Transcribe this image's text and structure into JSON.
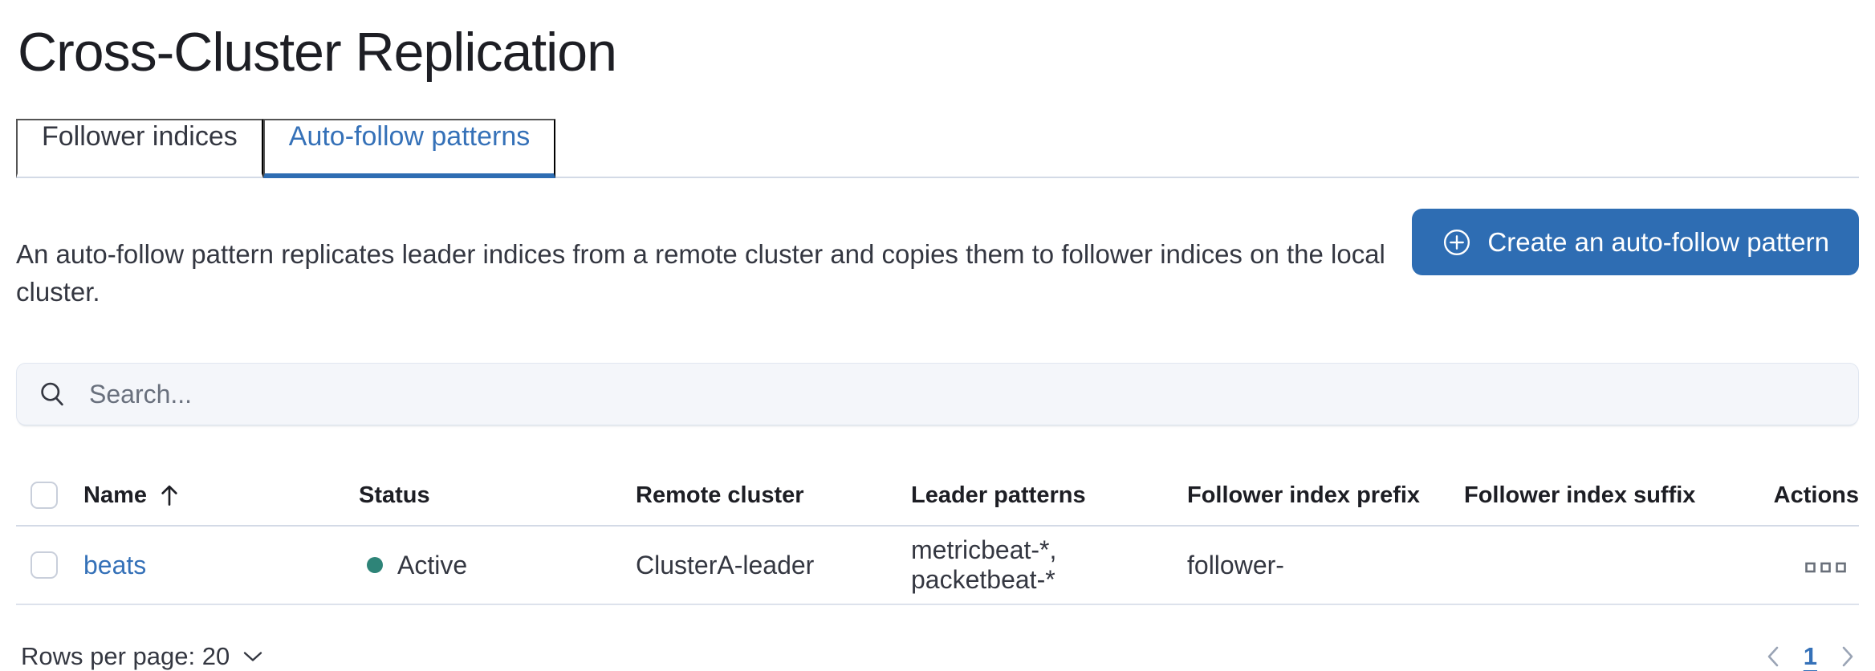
{
  "page": {
    "title": "Cross-Cluster Replication"
  },
  "tabs": [
    {
      "label": "Follower indices",
      "active": false
    },
    {
      "label": "Auto-follow patterns",
      "active": true
    }
  ],
  "description": "An auto-follow pattern replicates leader indices from a remote cluster and copies them to follower indices on the local cluster.",
  "create_button": {
    "label": "Create an auto-follow pattern",
    "icon": "plus-in-circle-icon"
  },
  "search": {
    "placeholder": "Search...",
    "value": "",
    "icon": "search-icon"
  },
  "table": {
    "columns": {
      "name": "Name",
      "status": "Status",
      "remote_cluster": "Remote cluster",
      "leader_patterns": "Leader patterns",
      "follower_index_prefix": "Follower index prefix",
      "follower_index_suffix": "Follower index suffix",
      "actions": "Actions"
    },
    "sort": {
      "column": "Name",
      "direction": "ascending",
      "icon": "sort-ascending-arrow-icon"
    },
    "rows": [
      {
        "name": "beats",
        "status": "Active",
        "status_color": "#2e8478",
        "remote_cluster": "ClusterA-leader",
        "leader_patterns": "metricbeat-*, packetbeat-*",
        "follower_index_prefix": "follower-",
        "follower_index_suffix": "",
        "actions_icon": "boxes-horizontal-icon"
      }
    ]
  },
  "footer": {
    "rows_per_page_label": "Rows per page: 20",
    "rows_per_page_icon": "chevron-down-icon",
    "pagination": {
      "prev_icon": "chevron-left-icon",
      "current_page": "1",
      "next_icon": "chevron-right-icon"
    }
  },
  "colors": {
    "primary_button": "#2e6db3",
    "active_tab": "#3571b8",
    "link": "#3571b8",
    "status_active_dot": "#2e8478",
    "divider": "#d3dae6"
  }
}
